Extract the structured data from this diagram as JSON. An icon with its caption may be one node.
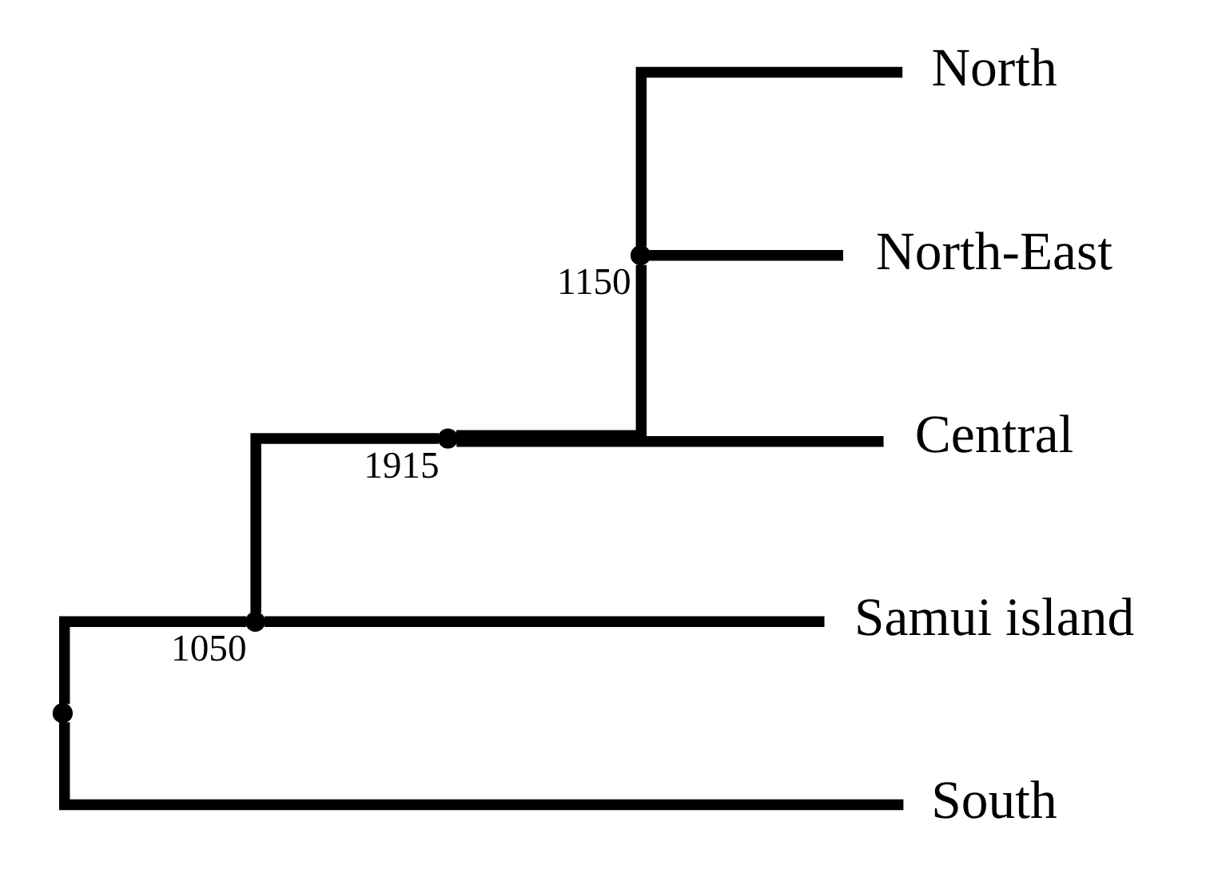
{
  "diagram": {
    "nodes": [
      {
        "text": [],
        "shape": "point"
      },
      {
        "text": [],
        "shape": "point",
        "beside": [
          "1050"
        ]
      },
      {
        "text": [],
        "shape": "point",
        "beside": [
          "1915"
        ]
      },
      {
        "text": [],
        "shape": "point",
        "beside": [
          "1150"
        ]
      },
      {
        "text": [
          "North"
        ]
      },
      {
        "text": [
          "North-East"
        ]
      },
      {
        "text": [
          "Central"
        ]
      },
      {
        "text": [
          "Samui island"
        ]
      },
      {
        "text": [
          "South"
        ]
      }
    ],
    "edges": [
      {
        "from": 0,
        "to": 1,
        "arrow": "none"
      },
      {
        "from": 0,
        "to": 8,
        "arrow": "none"
      },
      {
        "from": 1,
        "to": 2,
        "arrow": "none"
      },
      {
        "from": 1,
        "to": 7,
        "arrow": "none"
      },
      {
        "from": 2,
        "to": 3,
        "arrow": "none"
      },
      {
        "from": 2,
        "to": 6,
        "arrow": "none"
      },
      {
        "from": 3,
        "to": 4,
        "arrow": "none"
      },
      {
        "from": 3,
        "to": 5,
        "arrow": "none"
      }
    ]
  }
}
